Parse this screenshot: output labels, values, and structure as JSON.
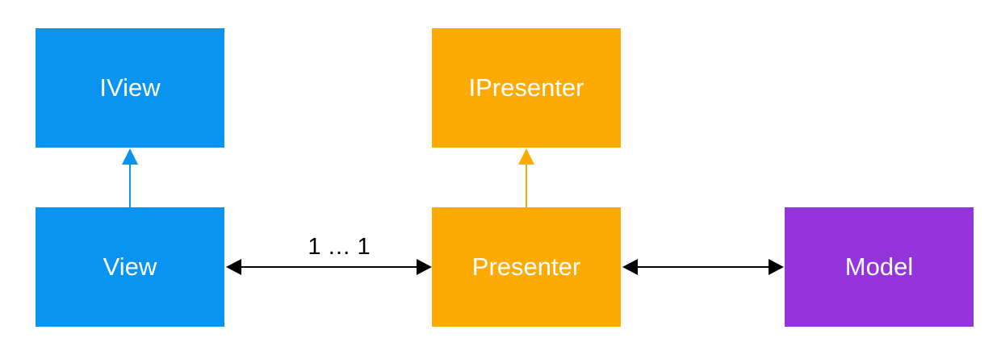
{
  "colors": {
    "view": "#0894f0",
    "presenter": "#fdaa02",
    "model": "#9434da",
    "connector_dark": "#000000"
  },
  "boxes": {
    "iview": "IView",
    "view": "View",
    "ipresenter": "IPresenter",
    "presenter": "Presenter",
    "model": "Model"
  },
  "edges": {
    "view_presenter_label": "1 … 1"
  }
}
